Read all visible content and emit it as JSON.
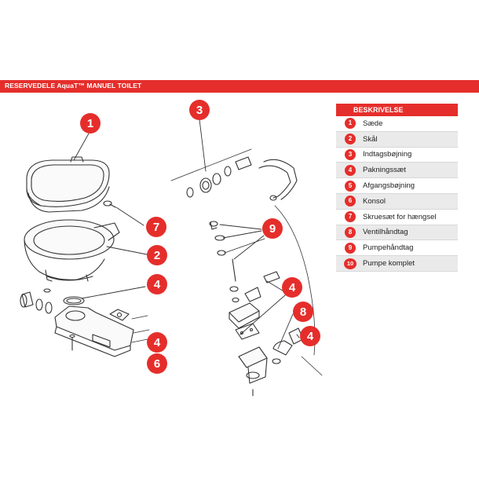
{
  "header": {
    "title": "RESERVEDELE AquaT™ MANUEL TOILET"
  },
  "colors": {
    "accent": "#e52e2b",
    "row_alt": "#eaeaea",
    "line": "#333333"
  },
  "callouts": {
    "seat": "1",
    "bowl": "2",
    "intake_bend": "3",
    "gasket_left": "4",
    "gasket_base": "4",
    "gasket_pump": "4",
    "gasket_valve": "4",
    "bracket": "6",
    "hinge_screws": "7",
    "valve_handle": "8",
    "pump_handle": "9"
  },
  "parts_table": {
    "heading": "BESKRIVELSE",
    "items": [
      {
        "num": "1",
        "label": "Sæde"
      },
      {
        "num": "2",
        "label": "Skål"
      },
      {
        "num": "3",
        "label": "Indtagsbøjning"
      },
      {
        "num": "4",
        "label": "Pakningssæt"
      },
      {
        "num": "5",
        "label": "Afgangsbøjning"
      },
      {
        "num": "6",
        "label": "Konsol"
      },
      {
        "num": "7",
        "label": "Skruesæt for hængsel"
      },
      {
        "num": "8",
        "label": "Ventilhåndtag"
      },
      {
        "num": "9",
        "label": "Pumpehåndtag"
      },
      {
        "num": "10",
        "label": "Pumpe komplet"
      }
    ]
  }
}
